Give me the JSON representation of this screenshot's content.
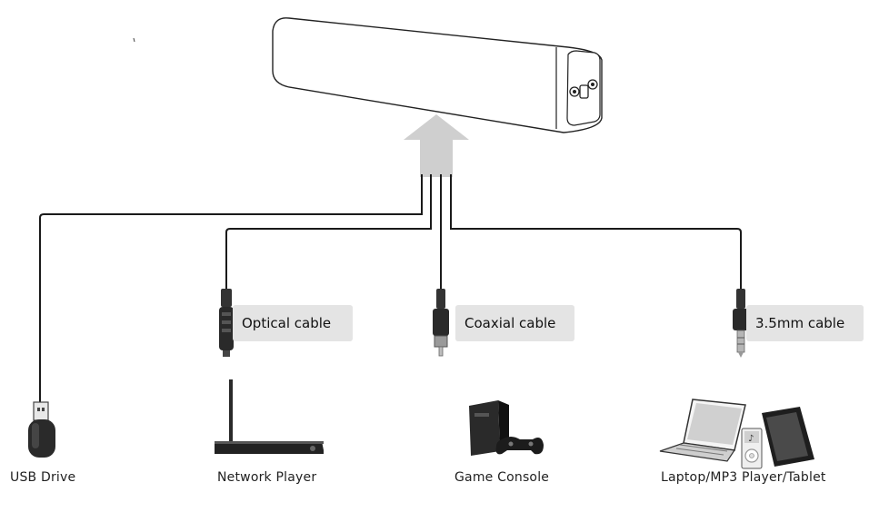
{
  "cables": {
    "optical": "Optical cable",
    "coaxial": "Coaxial cable",
    "aux": "3.5mm cable"
  },
  "devices": {
    "usb": "USB Drive",
    "network": "Network Player",
    "console": "Game Console",
    "laptop": "Laptop/MP3 Player/Tablet"
  },
  "colors": {
    "wire": "#1a1a1a",
    "arrow": "#cfcfcf",
    "tag": "#e4e4e4"
  }
}
